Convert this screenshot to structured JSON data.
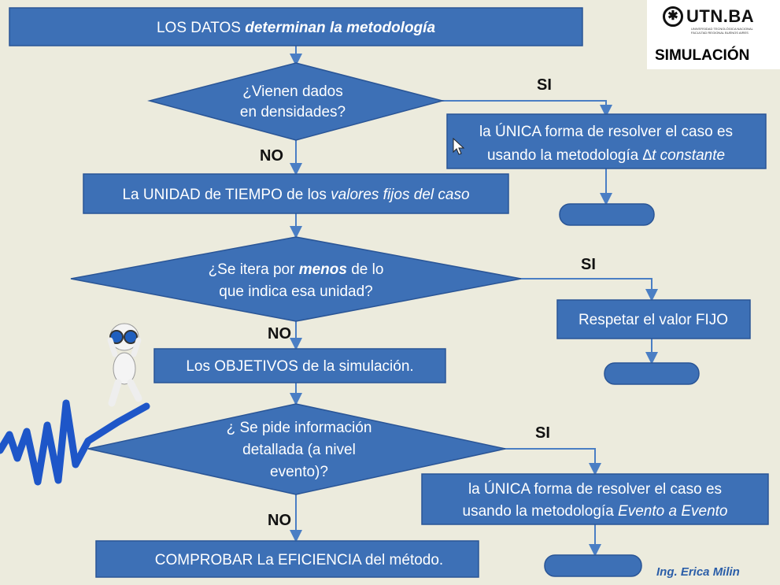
{
  "nodes": {
    "start": {
      "pre": "LOS DATOS ",
      "em": "determinan la metodología"
    },
    "q1": {
      "line1": "¿Vienen dados",
      "line2": "en densidades?"
    },
    "r1": {
      "line1": "la ÚNICA forma de resolver el caso es",
      "line2_pre": "usando la metodología ",
      "line2_em": "∆t constante"
    },
    "s2": {
      "pre": "La UNIDAD de TIEMPO de los ",
      "em": "valores fijos del caso"
    },
    "q2": {
      "line1_pre": "¿Se itera por ",
      "line1_em": "menos",
      "line1_post": " de lo",
      "line2": "que indica esa unidad?"
    },
    "r2": {
      "text": "Respetar el valor FIJO"
    },
    "s3": {
      "text": "Los OBJETIVOS de la simulación."
    },
    "q3": {
      "line1": "¿ Se pide información",
      "line2": "detallada (a nivel",
      "line3": "evento)?"
    },
    "r3": {
      "line1": "la ÚNICA forma de resolver el caso es",
      "line2_pre": "usando la metodología ",
      "line2_em": "Evento a Evento"
    },
    "end": {
      "text": "COMPROBAR La EFICIENCIA del método."
    }
  },
  "labels": {
    "yes": "SI",
    "no": "NO"
  },
  "logo": {
    "emblem": "✱",
    "brand": "UTN.BA",
    "subtitle": "UNIVERSIDAD TECNOLÓGICA NACIONAL FACULTAD REGIONAL BUENOS AIRES",
    "title": "SIMULACIÓN"
  },
  "author": "Ing. Erica Milin",
  "colors": {
    "background": "#ecebdd",
    "shape_fill": "#3d70b6",
    "shape_border": "#2a5596",
    "connector": "#4a7ec4",
    "text": "#ffffff",
    "accent": "#2b5ea8"
  }
}
